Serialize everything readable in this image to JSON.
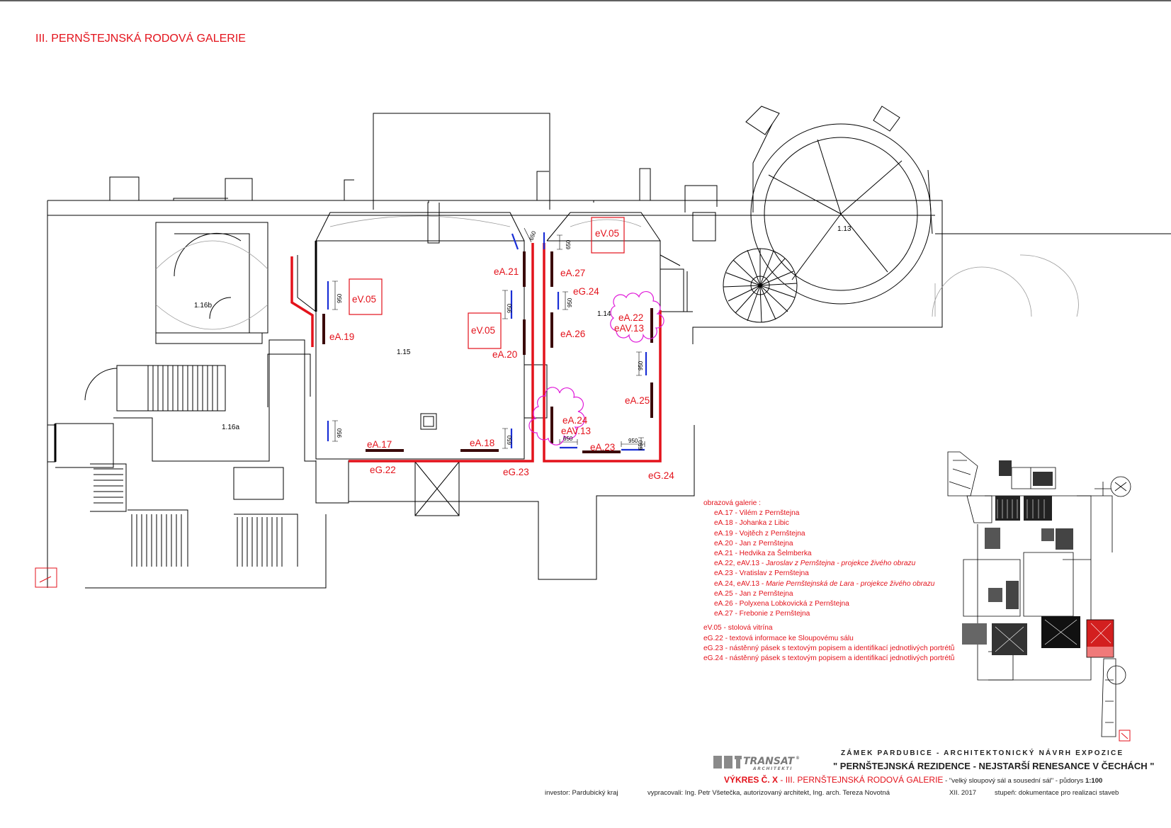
{
  "page": {
    "title": "III. PERNŠTEJNSKÁ RODOVÁ GALERIE"
  },
  "rooms": {
    "r_1_13": "1.13",
    "r_1_14": "1.14",
    "r_1_15": "1.15",
    "r_1_16a": "1.16a",
    "r_1_16b": "1.16b"
  },
  "labels": {
    "eA17": "eA.17",
    "eA18": "eA.18",
    "eA19": "eA.19",
    "eA20": "eA.20",
    "eA21": "eA.21",
    "eA22": "eA.22",
    "eAV13a": "eAV.13",
    "eA23": "eA.23",
    "eA24": "eA.24",
    "eAV13b": "eAV.13",
    "eA25": "eA.25",
    "eA26": "eA.26",
    "eA27": "eA.27",
    "eV05a": "eV.05",
    "eV05b": "eV.05",
    "eV05c": "eV.05",
    "eG22": "eG.22",
    "eG23": "eG.23",
    "eG24a": "eG.24",
    "eG24b": "eG.24"
  },
  "dims": {
    "d1": "950",
    "d2": "950",
    "d3": "950",
    "d4": "650",
    "d5": "650",
    "d6": "650",
    "d7": "950",
    "d8": "950",
    "d9": "650",
    "d10": "950",
    "d11": "650"
  },
  "legend": {
    "heading": "obrazová galerie :",
    "items": {
      "i17": "eA.17 - Vilém z Pernštejna",
      "i18": "eA.18 - Johanka z Libic",
      "i19": "eA.19 - Vojtěch z Pernštejna",
      "i20": "eA.20 - Jan z Pernštejna",
      "i21": "eA.21 - Hedvika za Šelmberka",
      "i22a": "eA.22, eAV.13 - ",
      "i22b": "Jaroslav z Pernštejna - projekce živého obrazu",
      "i23": "eA.23 - Vratislav z Pernštejna",
      "i24a": "eA.24, eAV.13 - ",
      "i24b": "Marie Pernštejnská de Lara - projekce živého obrazu",
      "i25": "eA.25 -  Jan z Pernštejna",
      "i26": "eA.26 - Polyxena Lobkovická z Pernštejna",
      "i27": "eA.27 - Frebonie z Pernštejna"
    },
    "others": {
      "v05": "eV.05 - stolová vitrína",
      "g22": "eG.22 - textová informace ke Sloupovému sálu",
      "g23": "eG.23 - nástěnný pásek s textovým popisem a identifikací jednotlivých portrétů",
      "g24": "eG.24 - nástěnný pásek s textovým popisem a identifikací jednotlivých portrétů"
    }
  },
  "logo": {
    "name": "TRANSAT",
    "sub": "ARCHITEKTI",
    "mark": "®"
  },
  "title_block": {
    "firm_line": "ZÁMEK PARDUBICE - ARCHITEKTONICKÝ NÁVRH EXPOZICE",
    "project": "\" PERNŠTEJNSKÁ REZIDENCE - NEJSTARŠÍ RENESANCE V ČECHÁCH \"",
    "drawing_no": "VÝKRES Č. X",
    "drawing_sep": " - ",
    "drawing_title": "III. PERNŠTEJNSKÁ RODOVÁ GALERIE",
    "drawing_sub": " - \"velký sloupový sál a sousední sál\" - půdorys ",
    "scale": "1:100",
    "investor": "investor: Pardubický kraj",
    "prepared": "vypracovali:  Ing. Petr Všetečka, autorizovaný architekt, Ing. arch. Tereza Novotná",
    "date": "XII. 2017",
    "stage": "stupeň: dokumentace pro realizaci staveb"
  },
  "colors": {
    "accent_red": "#e3121b",
    "outline": "#000000",
    "cloud": "#e01bd9",
    "dim_blue": "#1a2fd6",
    "panel": "#3b0a0a"
  }
}
